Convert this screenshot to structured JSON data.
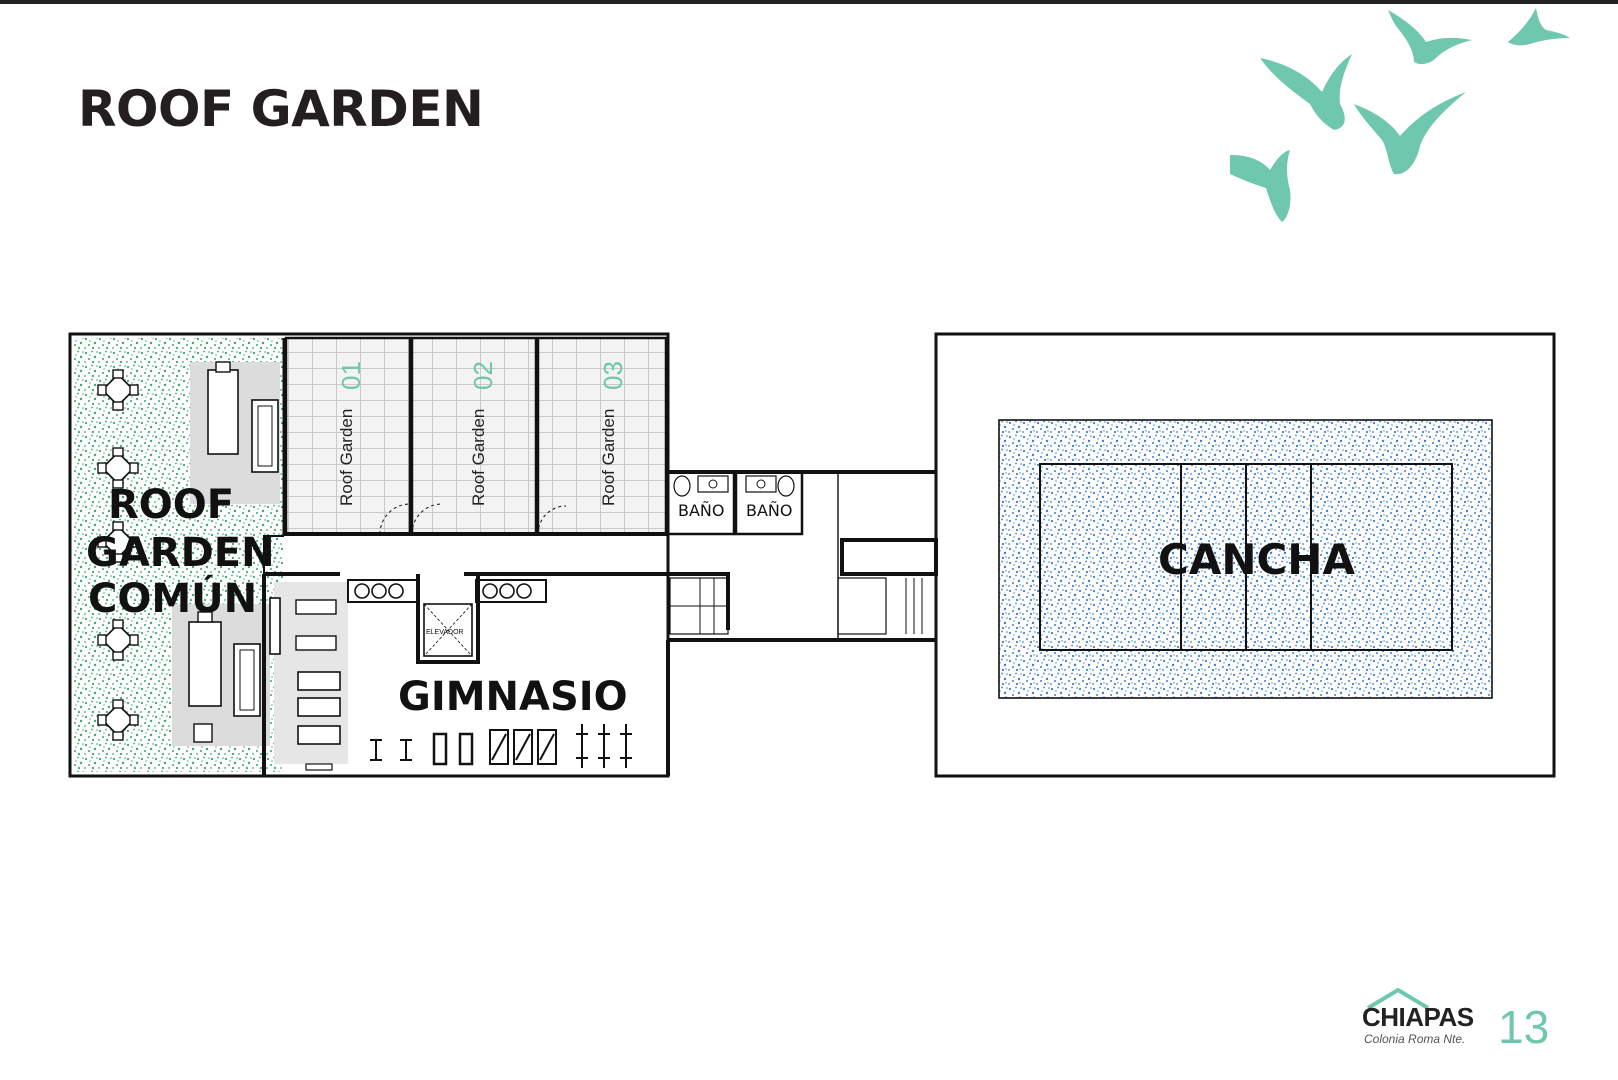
{
  "page": {
    "title": "ROOF GARDEN"
  },
  "rooms": {
    "roof_garden_comun": [
      "ROOF",
      "GARDEN",
      "COMÚN"
    ],
    "private_gardens": [
      {
        "label": "Roof Garden",
        "number": "01"
      },
      {
        "label": "Roof Garden",
        "number": "02"
      },
      {
        "label": "Roof Garden",
        "number": "03"
      }
    ],
    "bathrooms": [
      "BAÑO",
      "BAÑO"
    ],
    "gym": "GIMNASIO",
    "elevator": "ELEVADOR",
    "court": "CANCHA"
  },
  "brand": {
    "name": "CHIAPAS",
    "subtitle": "Colonia Roma Nte.",
    "page_number": "13"
  },
  "colors": {
    "accent": "#6fc7ae",
    "text": "#231f20",
    "garden_green": "#3aa86b",
    "court_blue": "#3f7fd0",
    "wall": "#111111"
  }
}
